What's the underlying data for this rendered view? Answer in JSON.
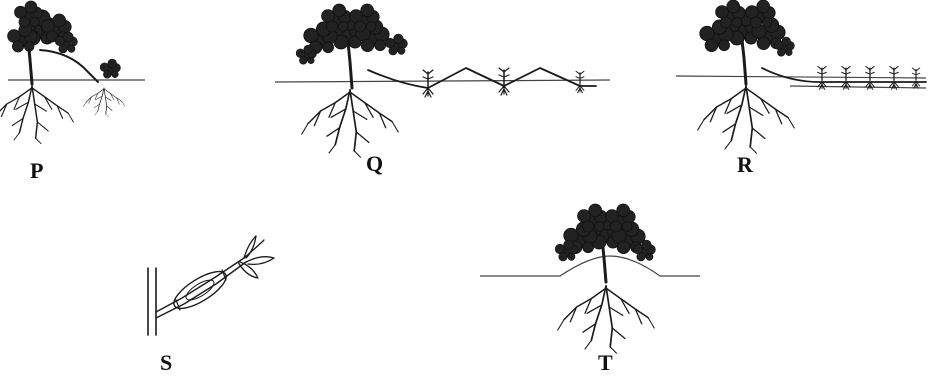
{
  "figure": {
    "panels": [
      {
        "id": "P",
        "label": "P",
        "method": "layering"
      },
      {
        "id": "Q",
        "label": "Q",
        "method": "serpentine-layering"
      },
      {
        "id": "R",
        "label": "R",
        "method": "trench-layering"
      },
      {
        "id": "S",
        "label": "S",
        "method": "air-layering"
      },
      {
        "id": "T",
        "label": "T",
        "method": "mound-layering"
      }
    ]
  },
  "colors": {
    "ink": "#1a1a1a",
    "background": "#ffffff"
  }
}
